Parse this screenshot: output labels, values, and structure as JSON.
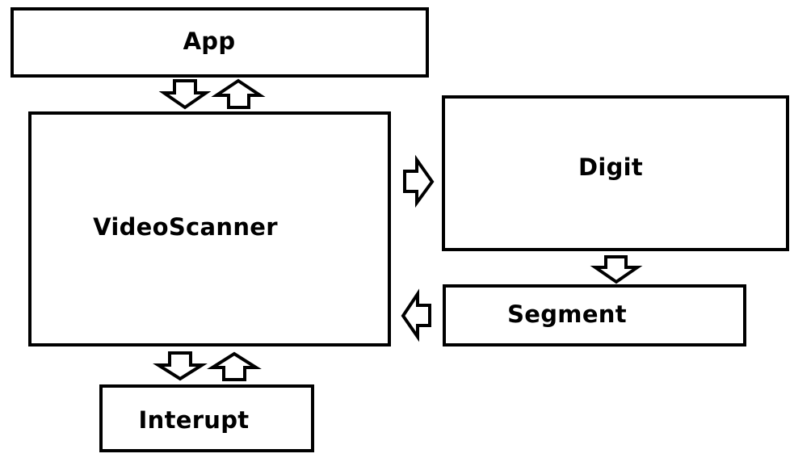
{
  "boxes": {
    "app": "App",
    "video_scanner": "VideoScanner",
    "digit": "Digit",
    "segment": "Segment",
    "interupt": "Interupt"
  },
  "colors": {
    "stroke": "#000000",
    "fill": "#ffffff",
    "background": "#ffffff"
  }
}
